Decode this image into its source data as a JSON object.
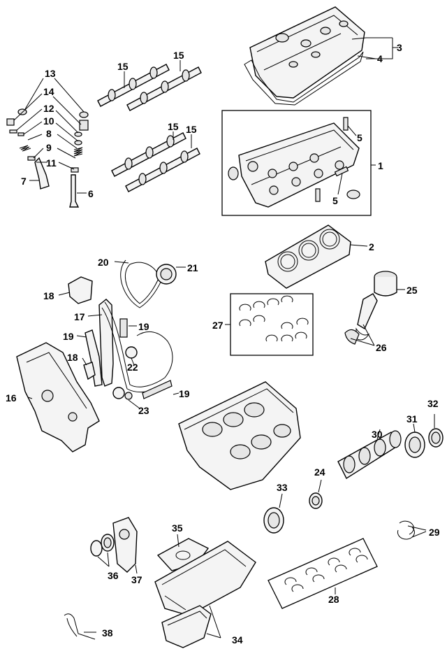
{
  "labels": {
    "c1": "1",
    "c2": "2",
    "c3": "3",
    "c4": "4",
    "c5a": "5",
    "c5b": "5",
    "c6": "6",
    "c7": "7",
    "c8": "8",
    "c9": "9",
    "c10": "10",
    "c11": "11",
    "c12": "12",
    "c13": "13",
    "c14": "14",
    "c15a": "15",
    "c15b": "15",
    "c15c": "15",
    "c15d": "15",
    "c16": "16",
    "c17": "17",
    "c18a": "18",
    "c18b": "18",
    "c19a": "19",
    "c19b": "19",
    "c19c": "19",
    "c20": "20",
    "c21": "21",
    "c22": "22",
    "c23": "23",
    "c24": "24",
    "c25": "25",
    "c26": "26",
    "c27": "27",
    "c28": "28",
    "c29": "29",
    "c30": "30",
    "c31": "31",
    "c32": "32",
    "c33": "33",
    "c34": "34",
    "c35": "35",
    "c36": "36",
    "c37": "37",
    "c38": "38"
  }
}
